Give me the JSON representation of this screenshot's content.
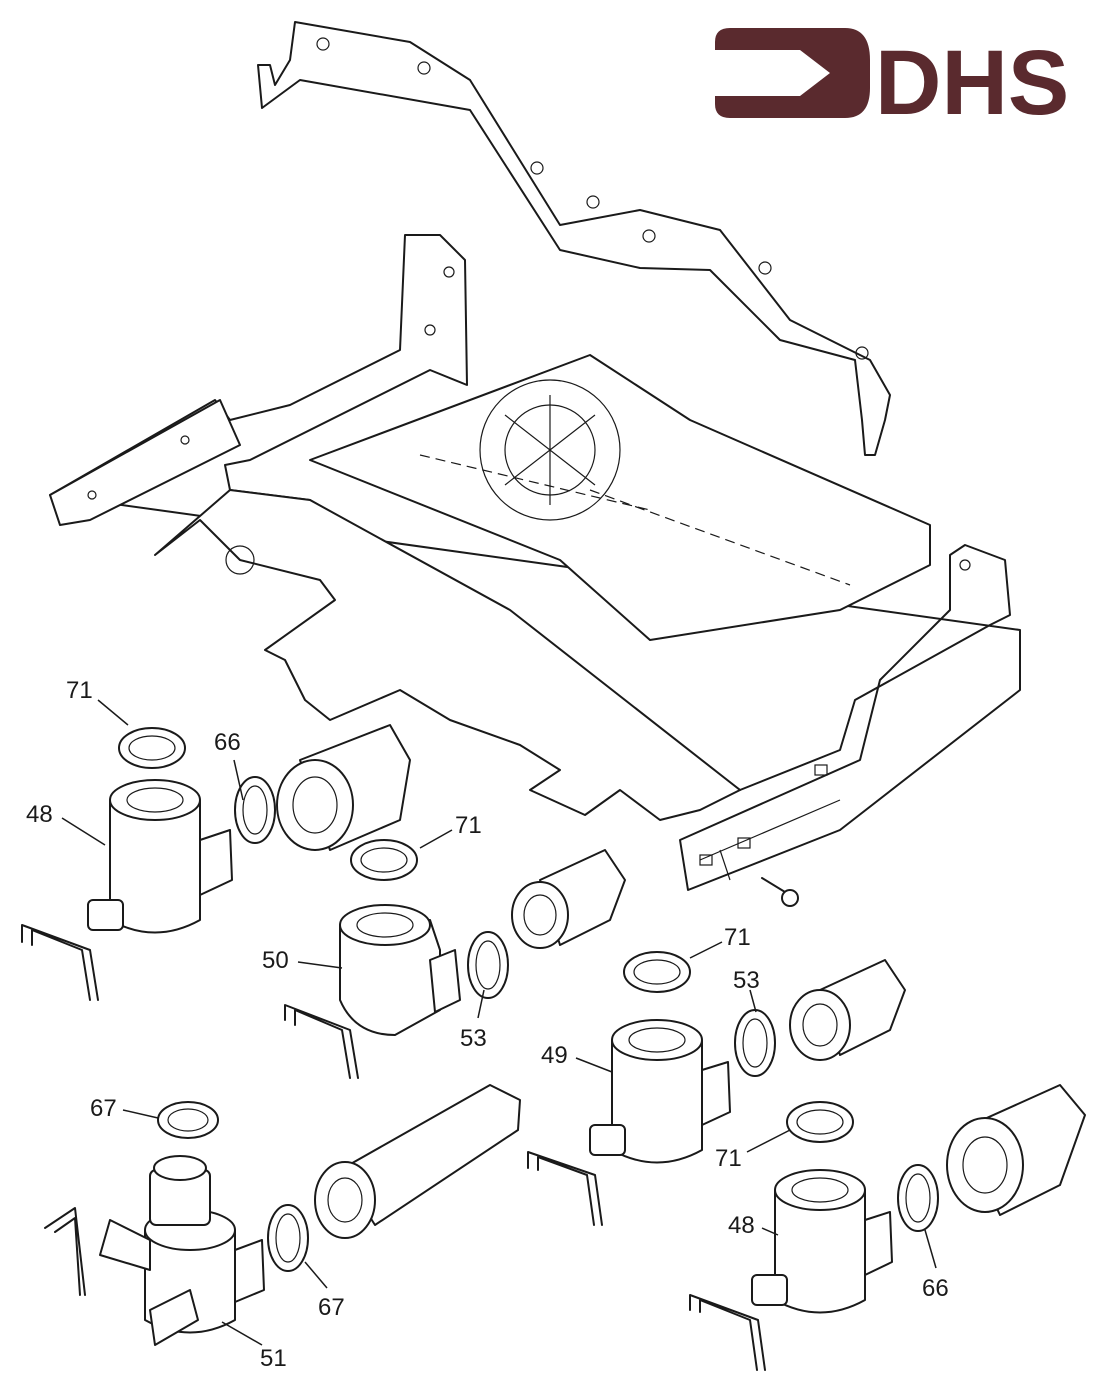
{
  "logo": {
    "text": "DHS",
    "color": "#5a2a2e"
  },
  "labels": {
    "l71a": "71",
    "l66a": "66",
    "l48a": "48",
    "l71b": "71",
    "l50": "50",
    "l53a": "53",
    "l71c": "71",
    "l53b": "53",
    "l49": "49",
    "l67a": "67",
    "l71d": "71",
    "l48b": "48",
    "l66b": "66",
    "l67b": "67",
    "l51": "51"
  }
}
